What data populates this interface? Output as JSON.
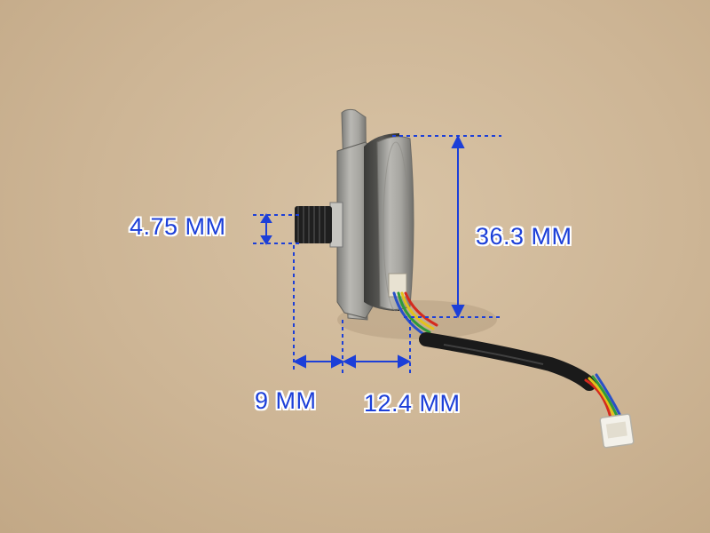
{
  "dimensions": {
    "pinion_height": "4.75 MM",
    "body_diameter": "36.3 MM",
    "shaft_length": "9 MM",
    "body_thickness": "12.4 MM"
  },
  "colors": {
    "dimension_line": "#1c3fd8",
    "background": "#cdb595",
    "wire_red": "#d42a1e",
    "wire_yellow": "#e3c21c",
    "wire_green": "#2f9a3a",
    "wire_blue": "#2850c8"
  }
}
